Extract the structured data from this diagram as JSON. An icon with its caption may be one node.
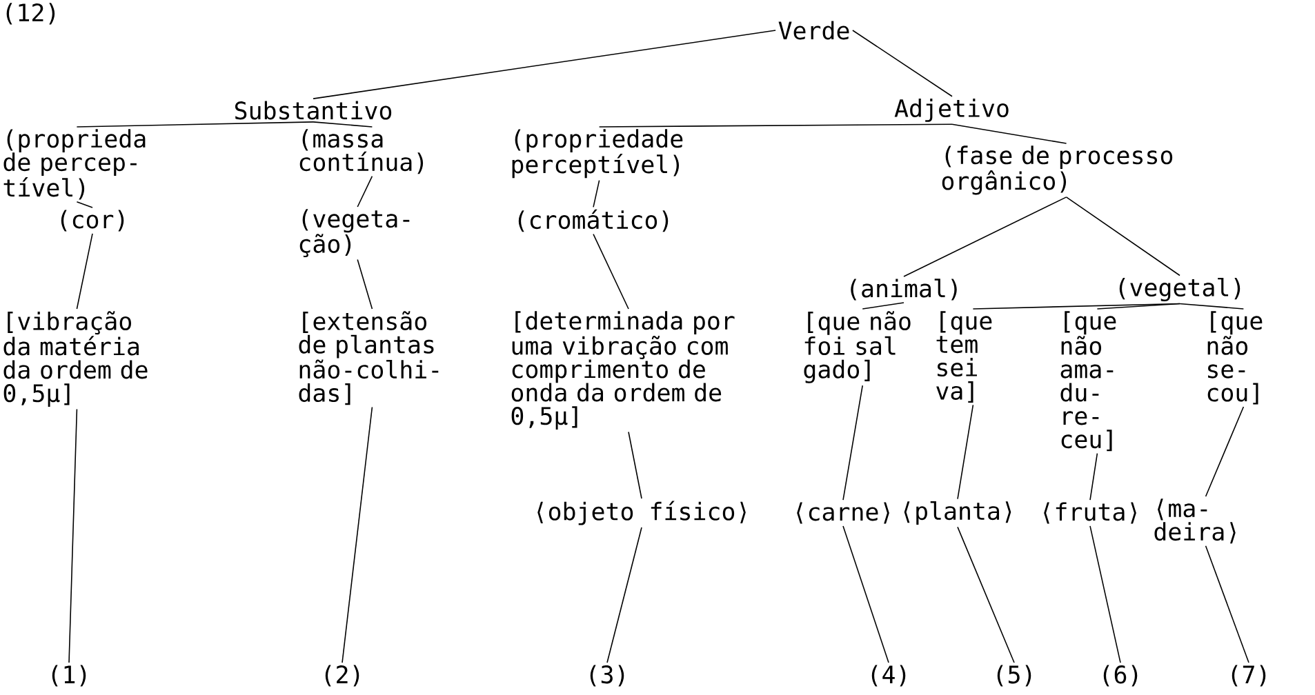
{
  "diagram": {
    "nodes": [
      {
        "text": [
          "Verde"
        ]
      },
      {
        "text": [
          "Substantivo"
        ]
      },
      {
        "text": [
          "Adjetivo"
        ]
      },
      {
        "text": [
          "(proprieda de percep- tível)"
        ]
      },
      {
        "text": [
          "(massa contínua)"
        ]
      },
      {
        "text": [
          "(propriedade perceptível)"
        ]
      },
      {
        "text": [
          "(fase de processo orgânico)"
        ]
      },
      {
        "text": [
          "(cor)"
        ]
      },
      {
        "text": [
          "(vegeta- ção)"
        ]
      },
      {
        "text": [
          "(cromático)"
        ]
      },
      {
        "text": [
          "(animal)"
        ]
      },
      {
        "text": [
          "(vegetal)"
        ]
      },
      {
        "text": [
          "[vibração da matéria da ordem de 0,5μ]"
        ]
      },
      {
        "text": [
          "[extensão de plantas não-colhi- das]"
        ]
      },
      {
        "text": [
          "[determinada por uma vibração com comprimento de onda da ordem de 0,5μ]"
        ]
      },
      {
        "text": [
          "[que não foi sal gado]"
        ]
      },
      {
        "text": [
          "[que tem sei va]"
        ]
      },
      {
        "text": [
          "[que não ama- du- re- ceu]"
        ]
      },
      {
        "text": [
          "[que não se- cou]"
        ]
      },
      {
        "text": [
          "⟨objeto físico⟩"
        ]
      },
      {
        "text": [
          "⟨carne⟩"
        ]
      },
      {
        "text": [
          "⟨planta⟩"
        ]
      },
      {
        "text": [
          "⟨fruta⟩"
        ]
      },
      {
        "text": [
          "⟨ma- deira⟩"
        ]
      },
      {
        "text": [
          "(1)"
        ]
      },
      {
        "text": [
          "(2)"
        ]
      },
      {
        "text": [
          "(3)"
        ]
      },
      {
        "text": [
          "(4)"
        ]
      },
      {
        "text": [
          "(5)"
        ]
      },
      {
        "text": [
          "(6)"
        ]
      },
      {
        "text": [
          "(7)"
        ]
      }
    ],
    "edges": [
      {
        "from": 0,
        "to": 1,
        "arrow": "none"
      },
      {
        "from": 0,
        "to": 2,
        "arrow": "none"
      },
      {
        "from": 1,
        "to": 3,
        "arrow": "none"
      },
      {
        "from": 1,
        "to": 4,
        "arrow": "none"
      },
      {
        "from": 2,
        "to": 5,
        "arrow": "none"
      },
      {
        "from": 2,
        "to": 6,
        "arrow": "none"
      },
      {
        "from": 3,
        "to": 7,
        "arrow": "none"
      },
      {
        "from": 4,
        "to": 8,
        "arrow": "none"
      },
      {
        "from": 5,
        "to": 9,
        "arrow": "none"
      },
      {
        "from": 6,
        "to": 10,
        "arrow": "none"
      },
      {
        "from": 6,
        "to": 11,
        "arrow": "none"
      },
      {
        "from": 7,
        "to": 12,
        "arrow": "none"
      },
      {
        "from": 8,
        "to": 13,
        "arrow": "none"
      },
      {
        "from": 9,
        "to": 14,
        "arrow": "none"
      },
      {
        "from": 10,
        "to": 15,
        "arrow": "none"
      },
      {
        "from": 11,
        "to": 16,
        "arrow": "none"
      },
      {
        "from": 11,
        "to": 17,
        "arrow": "none"
      },
      {
        "from": 11,
        "to": 18,
        "arrow": "none"
      },
      {
        "from": 12,
        "to": 24,
        "arrow": "none"
      },
      {
        "from": 13,
        "to": 25,
        "arrow": "none"
      },
      {
        "from": 14,
        "to": 19,
        "arrow": "none"
      },
      {
        "from": 19,
        "to": 26,
        "arrow": "none"
      },
      {
        "from": 15,
        "to": 20,
        "arrow": "none"
      },
      {
        "from": 16,
        "to": 21,
        "arrow": "none"
      },
      {
        "from": 17,
        "to": 22,
        "arrow": "none"
      },
      {
        "from": 18,
        "to": 23,
        "arrow": "none"
      },
      {
        "from": 20,
        "to": 27,
        "arrow": "none"
      },
      {
        "from": 21,
        "to": 28,
        "arrow": "none"
      },
      {
        "from": 22,
        "to": 29,
        "arrow": "none"
      },
      {
        "from": 23,
        "to": 30,
        "arrow": "none"
      }
    ],
    "labels": [
      "(12)"
    ]
  }
}
